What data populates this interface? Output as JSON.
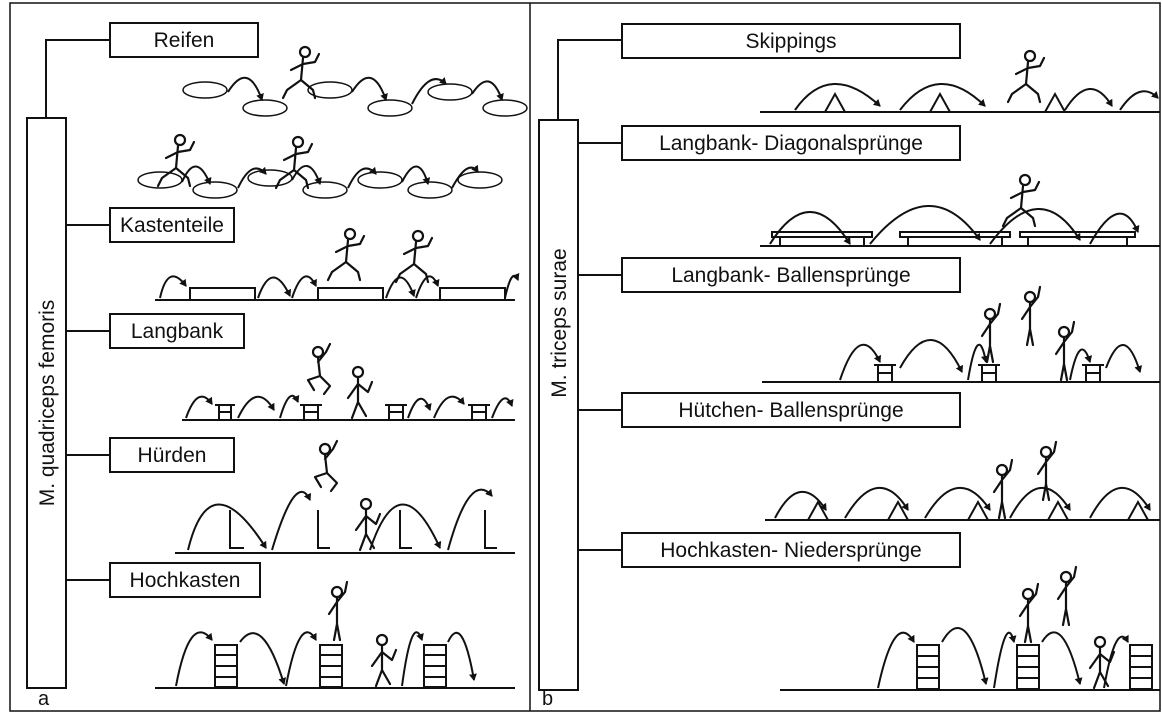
{
  "panel_a": {
    "panel_label": "a",
    "muscle_label": "M. quadriceps femoris",
    "exercises": [
      "Reifen",
      "Kastenteile",
      "Langbank",
      "Hürden",
      "Hochkasten"
    ]
  },
  "panel_b": {
    "panel_label": "b",
    "muscle_label": "M. triceps surae",
    "exercises": [
      "Skippings",
      "Langbank- Diagonalsprünge",
      "Langbank- Ballensprünge",
      "Hütchen- Ballensprünge",
      "Hochkasten- Niedersprünge"
    ]
  }
}
